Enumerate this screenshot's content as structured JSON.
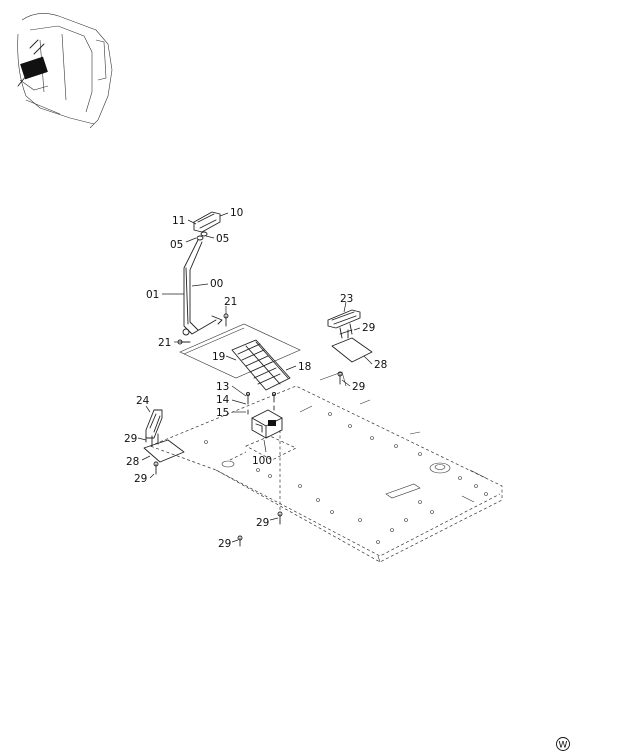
{
  "callouts": {
    "l11": "11",
    "l10": "10",
    "l05a": "05",
    "l05b": "05",
    "l00": "00",
    "l01": "01",
    "l21a": "21",
    "l21b": "21",
    "l19": "19",
    "l18": "18",
    "l23": "23",
    "l29a": "29",
    "l28a": "28",
    "l29b": "29",
    "l13": "13",
    "l14": "14",
    "l15": "15",
    "l24": "24",
    "l29c": "29",
    "l28b": "28",
    "l29d": "29",
    "l100": "100",
    "l29e": "29",
    "l29f": "29"
  },
  "corner_mark": "W"
}
